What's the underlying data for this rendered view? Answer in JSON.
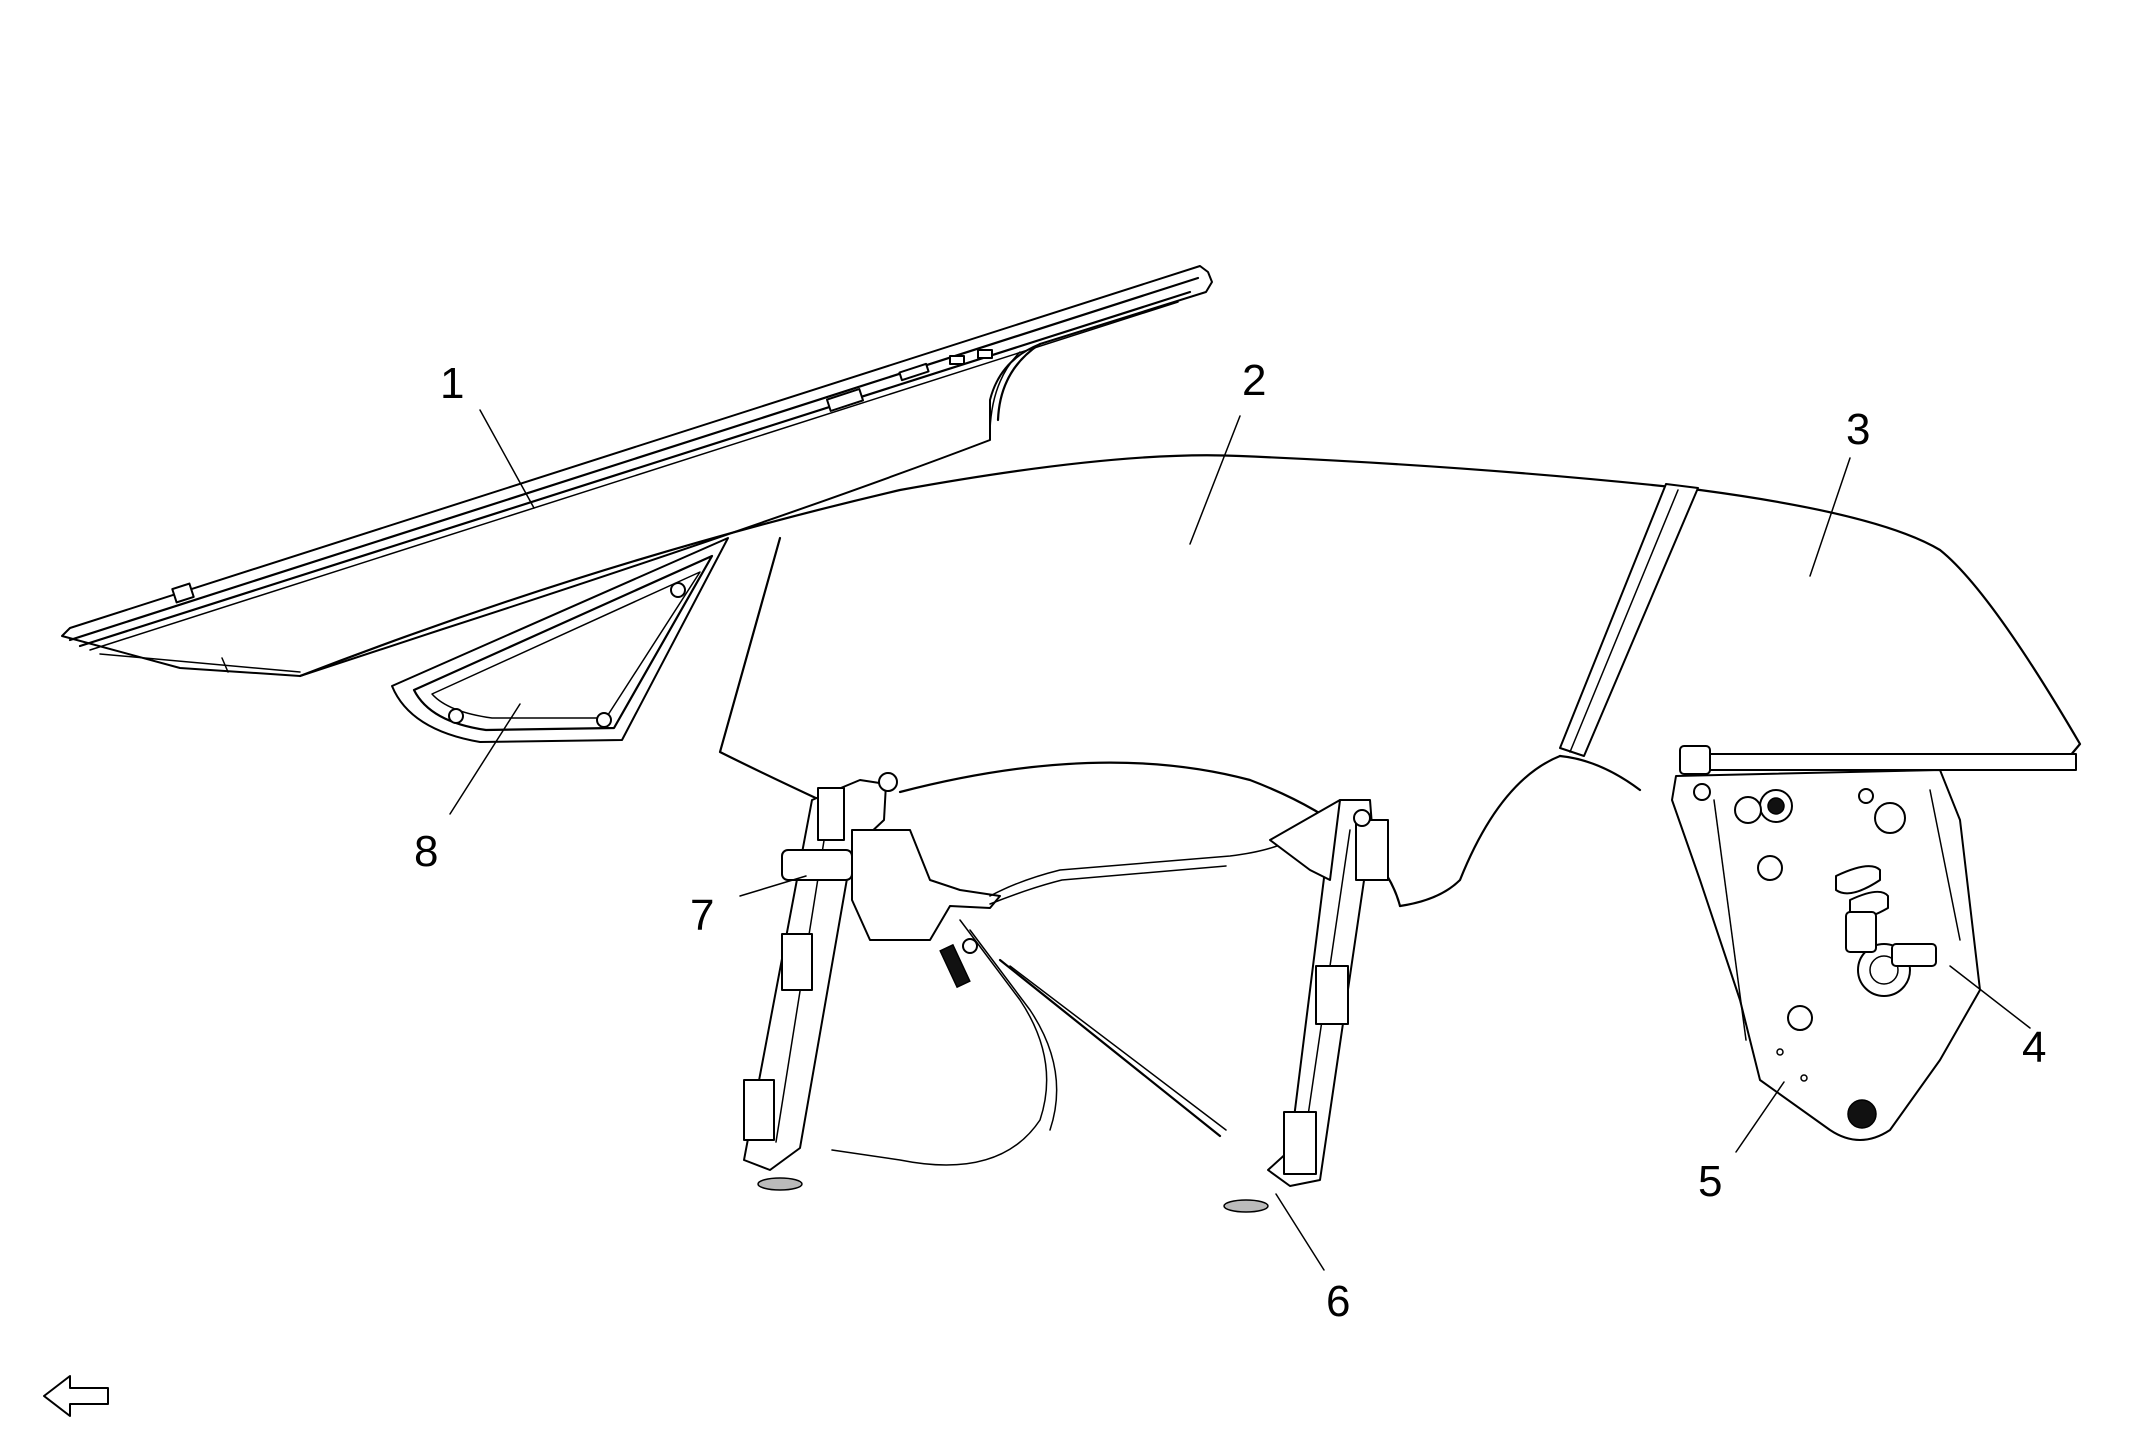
{
  "callouts": [
    {
      "id": "1",
      "label": "1"
    },
    {
      "id": "2",
      "label": "2"
    },
    {
      "id": "3",
      "label": "3"
    },
    {
      "id": "4",
      "label": "4"
    },
    {
      "id": "5",
      "label": "5"
    },
    {
      "id": "6",
      "label": "6"
    },
    {
      "id": "7",
      "label": "7"
    },
    {
      "id": "8",
      "label": "8"
    }
  ],
  "icons": {
    "direction_arrow": "arrow-left-icon"
  }
}
